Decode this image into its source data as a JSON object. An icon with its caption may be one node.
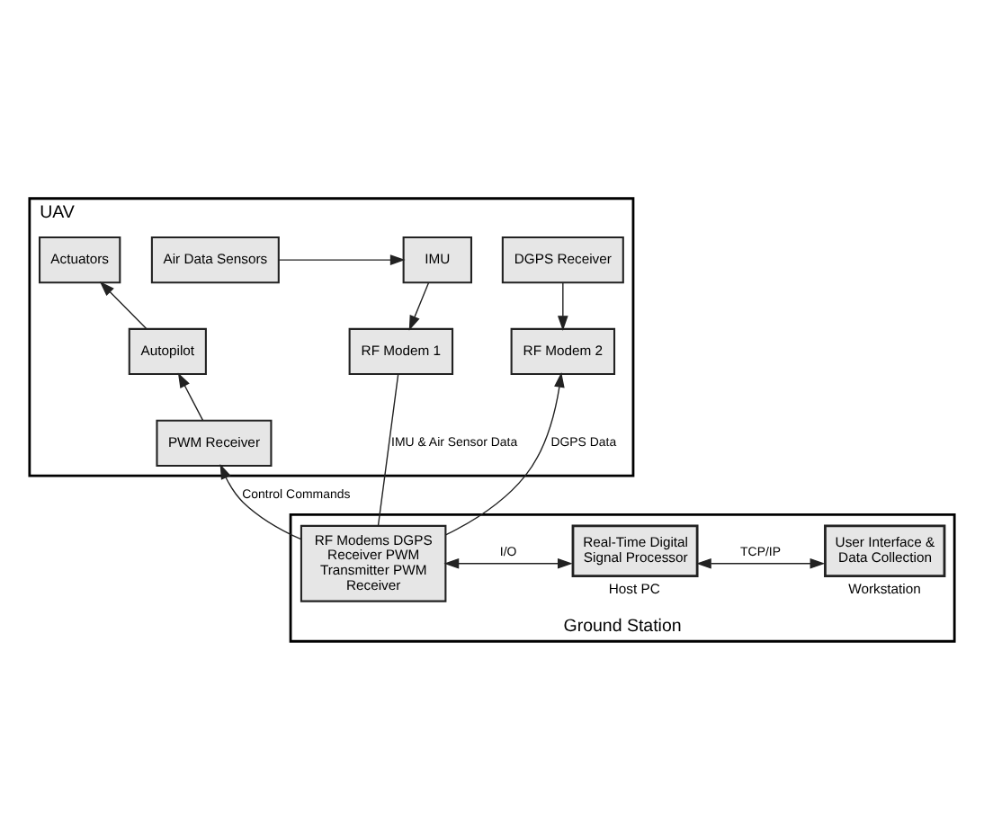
{
  "diagram": {
    "nodes": [
      {
        "text": [
          "UAV"
        ]
      },
      {
        "text": [
          "Actuators"
        ],
        "in": 0
      },
      {
        "text": [
          "Autopilot"
        ],
        "in": 0
      },
      {
        "text": [
          "PWM Receiver"
        ],
        "in": 0
      },
      {
        "text": [
          "IMU"
        ],
        "in": 0
      },
      {
        "text": [
          "Air Data Sensors"
        ],
        "in": 0
      },
      {
        "text": [
          "DGPS Receiver"
        ],
        "in": 0
      },
      {
        "text": [
          "RF Modem 1"
        ],
        "in": 0
      },
      {
        "text": [
          "RF Modem 2"
        ],
        "in": 0
      },
      {
        "text": [
          "Ground Station"
        ]
      },
      {
        "text": [
          "RF Modems DGPS Receiver PWM Transmitter PWM Receiver"
        ],
        "in": 9
      },
      {
        "text": [
          "Real-Time Digital Signal Processor"
        ],
        "in": 9,
        "beside": [
          "Host PC"
        ]
      },
      {
        "text": [
          "User Interface & Data Collection"
        ],
        "in": 9,
        "beside": [
          "Workstation"
        ]
      }
    ],
    "edges": [
      {
        "from": 2,
        "to": 1,
        "arrow": "to"
      },
      {
        "from": 3,
        "to": 2,
        "arrow": "to"
      },
      {
        "from": 5,
        "to": 4,
        "arrow": "to"
      },
      {
        "from": 4,
        "to": 7,
        "arrow": "to"
      },
      {
        "from": 6,
        "to": 8,
        "arrow": "to"
      },
      {
        "from": 10,
        "to": 3,
        "arrow": "to",
        "label": "Control Commands"
      },
      {
        "from": 7,
        "to": 10,
        "arrow": "none",
        "label": "IMU & Air Sensor Data"
      },
      {
        "from": 10,
        "to": 8,
        "arrow": "to",
        "label": "DGPS Data"
      },
      {
        "from": 10,
        "to": 11,
        "arrow": "both",
        "label": "I/O"
      },
      {
        "from": 11,
        "to": 12,
        "arrow": "both",
        "label": "TCP/IP"
      }
    ]
  }
}
